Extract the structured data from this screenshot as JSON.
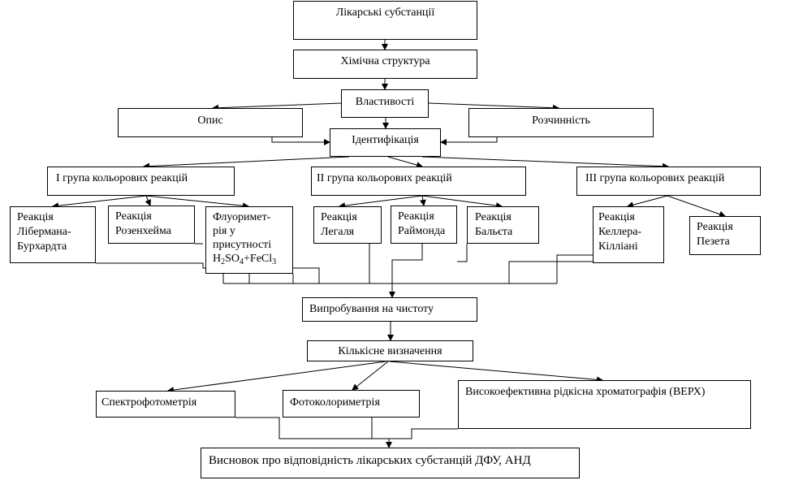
{
  "diagram": {
    "top": "Лікарські субстанції",
    "structure": "Хімічна структура",
    "properties": "Властивості",
    "description": "Опис",
    "solubility": "Розчинність",
    "identification": "Ідентифікація",
    "group1": "I група кольорових реакцій",
    "group2": "II група кольорових реакцій",
    "group3": "III група кольорових реакцій",
    "r_liberman": [
      "Реакція",
      "Лібермана-",
      "Бурхардта"
    ],
    "r_rosenheim": [
      "Реакція",
      "Розенхейма"
    ],
    "r_fluor": {
      "l1": "Флуоримет-",
      "l2": "рія у",
      "l3": "присутності",
      "f_h": "H",
      "f_2": "2",
      "f_so": "SO",
      "f_4": "4",
      "f_fecl": "+FeCl",
      "f_3": "3"
    },
    "r_legal": [
      "Реакція",
      "Легаля"
    ],
    "r_raymond": [
      "Реакція",
      "Раймонда"
    ],
    "r_baljet": [
      "Реакція",
      "Бальєта"
    ],
    "r_keller": [
      "Реакція",
      "Келлера-",
      "Кілліані"
    ],
    "r_pesez": [
      "Реакція",
      "Пезета"
    ],
    "purity": "Випробування на чистоту",
    "quant": "Кількісне визначення",
    "spectro": "Спектрофотометрія",
    "photocolor": "Фотоколориметрія",
    "hplc": "Високоефективна рідкісна хроматографія (ВЕРХ)",
    "conclusion": "Висновок про відповідність лікарських субстанцій ДФУ, АНД"
  }
}
